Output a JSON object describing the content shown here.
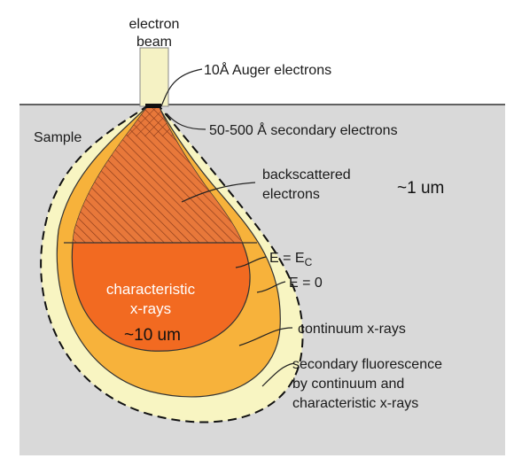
{
  "labels": {
    "beam_line1": "electron",
    "beam_line2": "beam",
    "auger": "10Å Auger electrons",
    "secondary": "50-500 Å  secondary electrons",
    "sample": "Sample",
    "backscattered_line1": "backscattered",
    "backscattered_line2": "electrons",
    "size_um1": "~1 um",
    "ec_prefix": "E = E",
    "ec_subscript": "C",
    "e_zero": "E = 0",
    "characteristic_line1": "characteristic",
    "characteristic_line2": "x-rays",
    "size_um10": "~10 um",
    "continuum": "continuum x-rays",
    "fluorescence_line1": "secondary fluorescence",
    "fluorescence_line2": "by continuum and",
    "fluorescence_line3": "characteristic x-rays"
  },
  "colors": {
    "sample_gray": "#d9d9d9",
    "beam_cream": "#f5f2c4",
    "outer_cream": "#f8f5c2",
    "continuum_amber": "#f7b23b",
    "characteristic_orange": "#f26a21",
    "backscatter_orange": "#e8783a",
    "hatch": "#8a3a1a"
  }
}
